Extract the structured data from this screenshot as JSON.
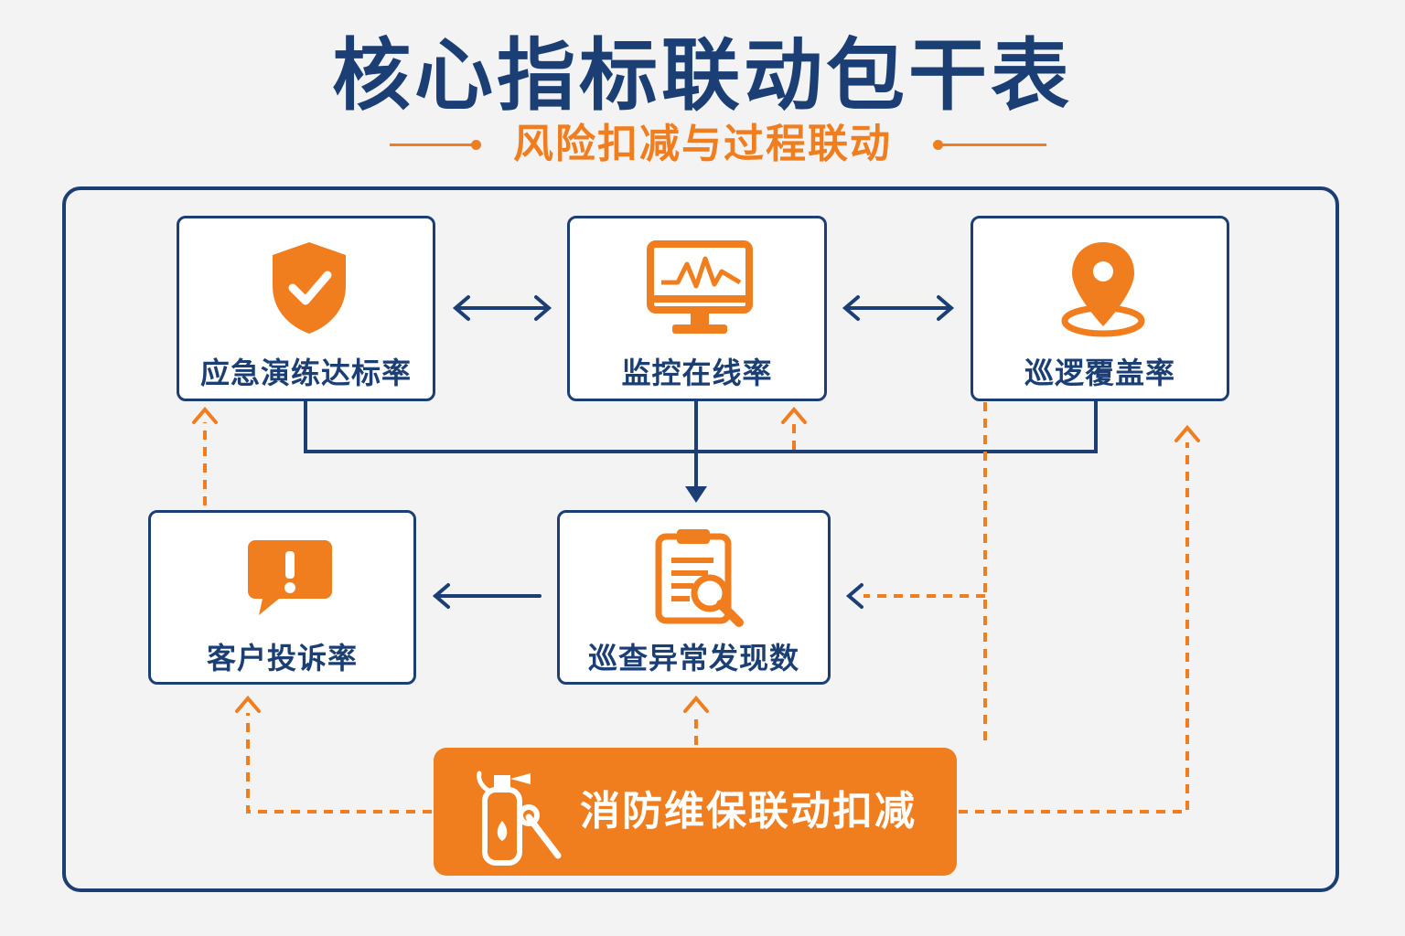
{
  "title": "核心指标联动包干表",
  "subtitle": "风险扣减与过程联动",
  "colors": {
    "navy": "#1b3f74",
    "orange": "#f07d1e",
    "background": "#f3f3f3"
  },
  "nodes": {
    "drill": {
      "label": "应急演练达标率",
      "icon": "shield-check-icon"
    },
    "monitor": {
      "label": "监控在线率",
      "icon": "monitor-pulse-icon"
    },
    "patrol": {
      "label": "巡逻覆盖率",
      "icon": "location-pin-icon"
    },
    "complaint": {
      "label": "客户投诉率",
      "icon": "alert-bubble-icon"
    },
    "inspection": {
      "label": "巡查异常发现数",
      "icon": "clipboard-search-icon"
    }
  },
  "action": {
    "label": "消防维保联动扣减",
    "icon": "fire-extinguisher-wrench-icon"
  }
}
